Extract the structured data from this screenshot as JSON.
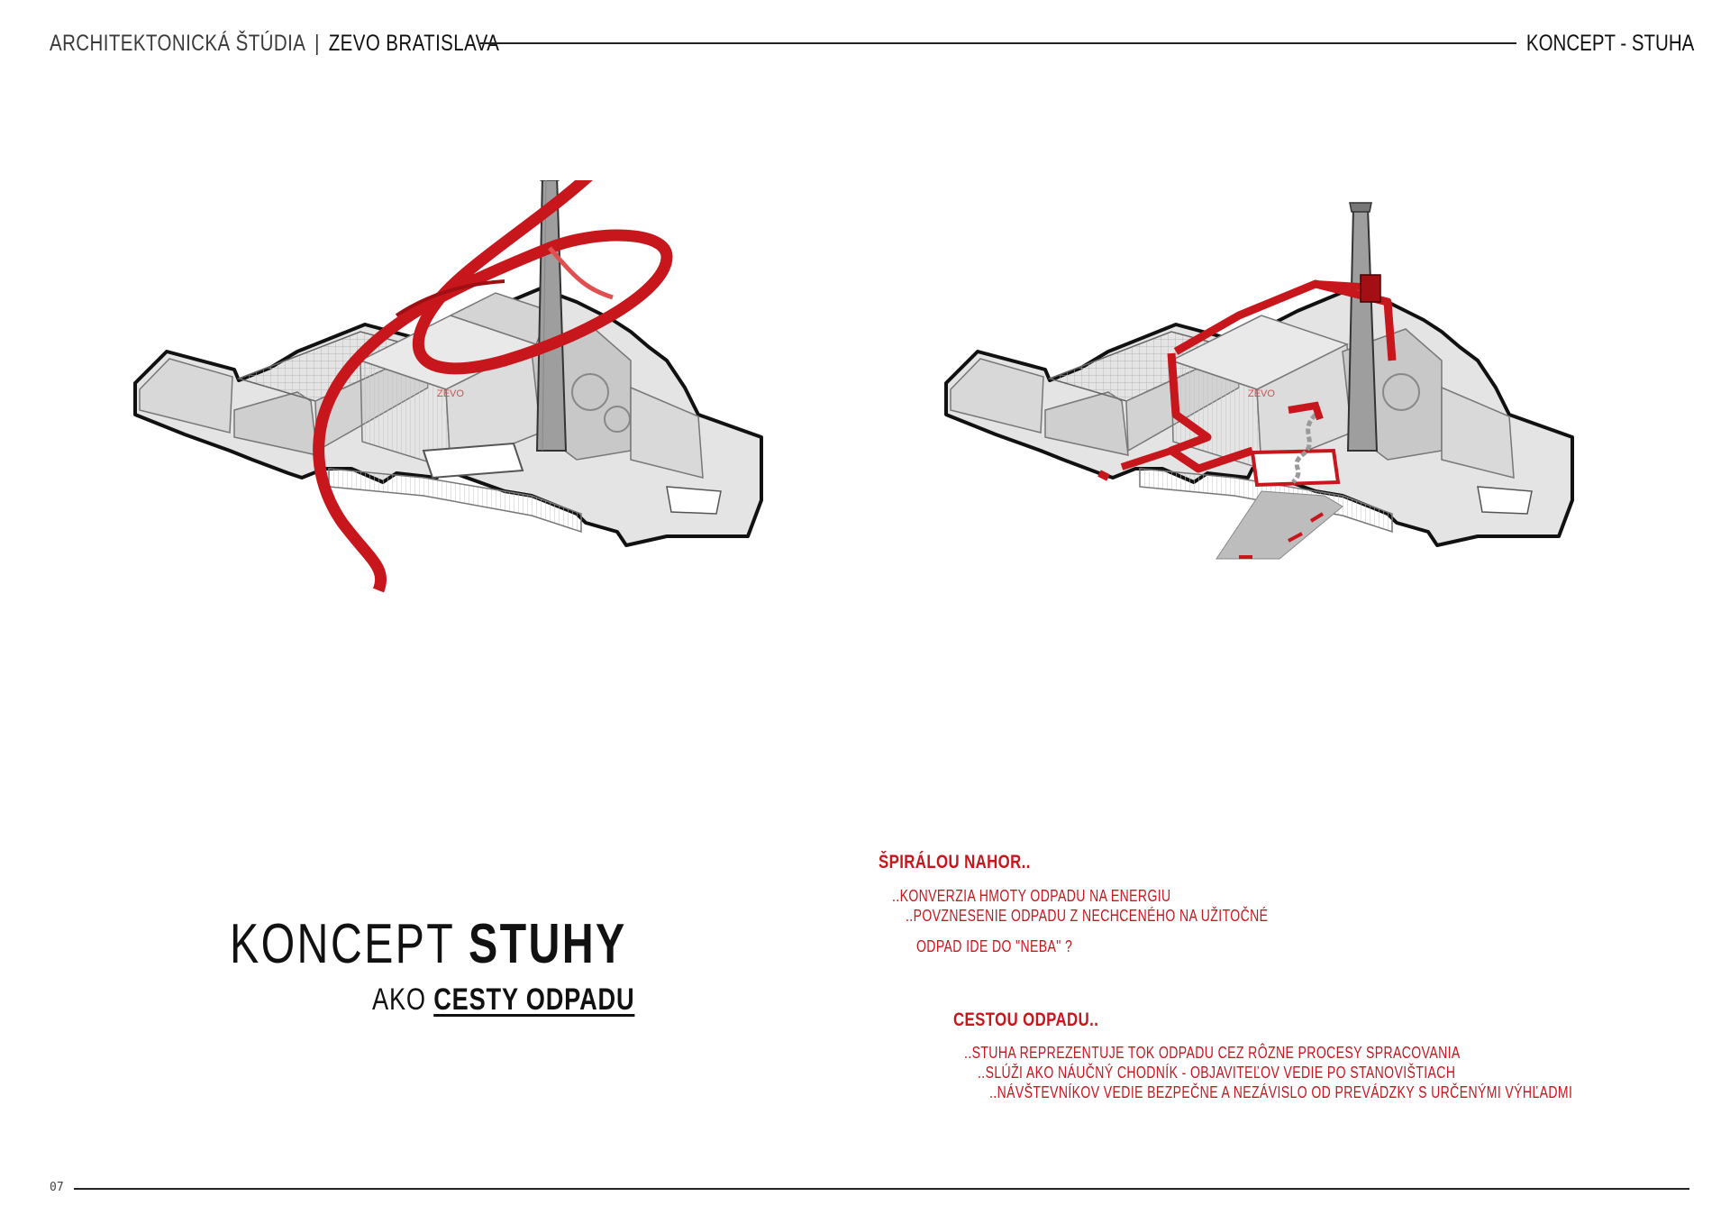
{
  "header": {
    "course": "ARCHITEKTONICKÁ ŠTÚDIA",
    "separator": "|",
    "project": "ZEVO BRATISLAVA",
    "section": "KONCEPT - STUHA"
  },
  "footer": {
    "page_number": "07"
  },
  "diagrams": {
    "building_label_left": "ZEVO",
    "building_label_right": "ZEVO",
    "colors": {
      "ribbon": "#c8161d",
      "building": "#d6d6d6",
      "outline": "#111111"
    }
  },
  "title": {
    "line1_regular": "KONCEPT ",
    "line1_bold": "STUHY",
    "line2_regular": "AKO ",
    "line2_underlined": "CESTY ODPADU"
  },
  "notes": {
    "spiral": {
      "heading": "ŠPIRÁLOU NAHOR..",
      "lines": [
        "..KONVERZIA HMOTY ODPADU NA ENERGIU",
        "..POVZNESENIE ODPADU Z NECHCENÉHO NA UŽITOČNÉ",
        "ODPAD IDE DO \"NEBA\" ?"
      ]
    },
    "path": {
      "heading": "CESTOU ODPADU..",
      "lines": [
        "..STUHA REPREZENTUJE TOK ODPADU CEZ RÔZNE PROCESY SPRACOVANIA",
        "..SLÚŽI AKO NÁUČNÝ CHODNÍK - OBJAVITEĽOV VEDIE PO STANOVIŠTIACH",
        "..NÁVŠTEVNÍKOV VEDIE BEZPEČNE A NEZÁVISLO OD PREVÁDZKY S URČENÝMI VÝHĽADMI"
      ]
    }
  }
}
